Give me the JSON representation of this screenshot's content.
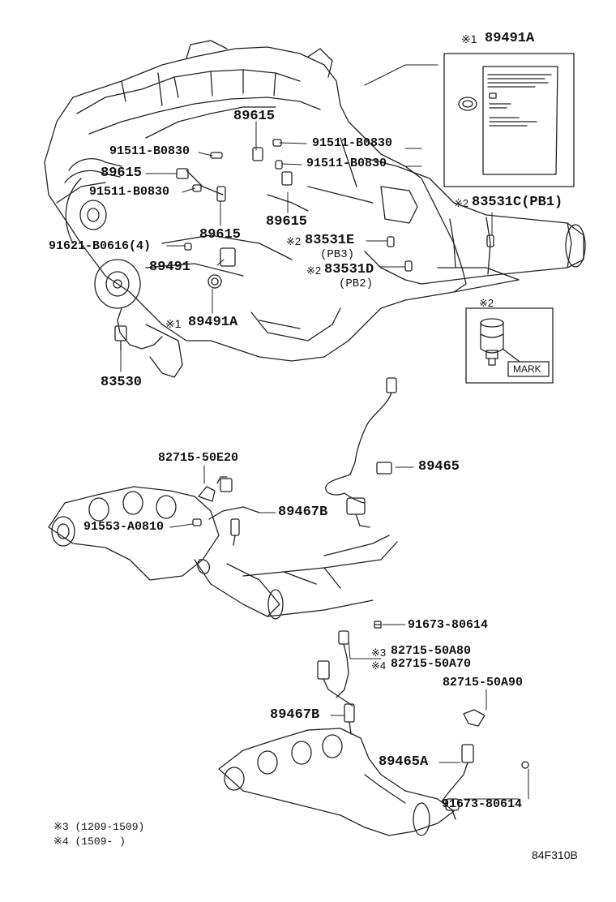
{
  "labels": {
    "a89491A_top": "89491A",
    "a89615_top": "89615",
    "a91511_1": "91511-B0830",
    "a91511_2": "91511-B0830",
    "a91511_3": "91511-B0830",
    "a91511_4": "91511-B0830",
    "a89615_left": "89615",
    "a89615_mid": "89615",
    "a89615_low": "89615",
    "a83531C": "83531C(PB1)",
    "a91621": "91621-B0616(4)",
    "a83531E": "83531E",
    "aPB3": "(PB3)",
    "a89491": "89491",
    "a83531D": "83531D",
    "aPB2": "(PB2)",
    "a89491A": "89491A",
    "a83530": "83530",
    "a82715_50E20": "82715-50E20",
    "a89465": "89465",
    "a89467B_top": "89467B",
    "a91553": "91553-A0810",
    "a91673_top": "91673-80614",
    "a82715_50A80": "82715-50A80",
    "a82715_50A70": "82715-50A70",
    "a82715_50A90": "82715-50A90",
    "a89467B_low": "89467B",
    "a89465A": "89465A",
    "a91673_low": "91673-80614"
  },
  "marks": {
    "m1_top": "※1",
    "m2_83531C": "※2",
    "m2_83531E": "※2",
    "m2_83531D": "※2",
    "m1_89491A": "※1",
    "m2_box": "※2",
    "m3": "※3",
    "m4": "※4"
  },
  "mark_box_label": "MARK",
  "notes": {
    "n3": "※3 (1209-1509)",
    "n4": "※4 (1509-     )"
  },
  "figure_code": "84F310B"
}
